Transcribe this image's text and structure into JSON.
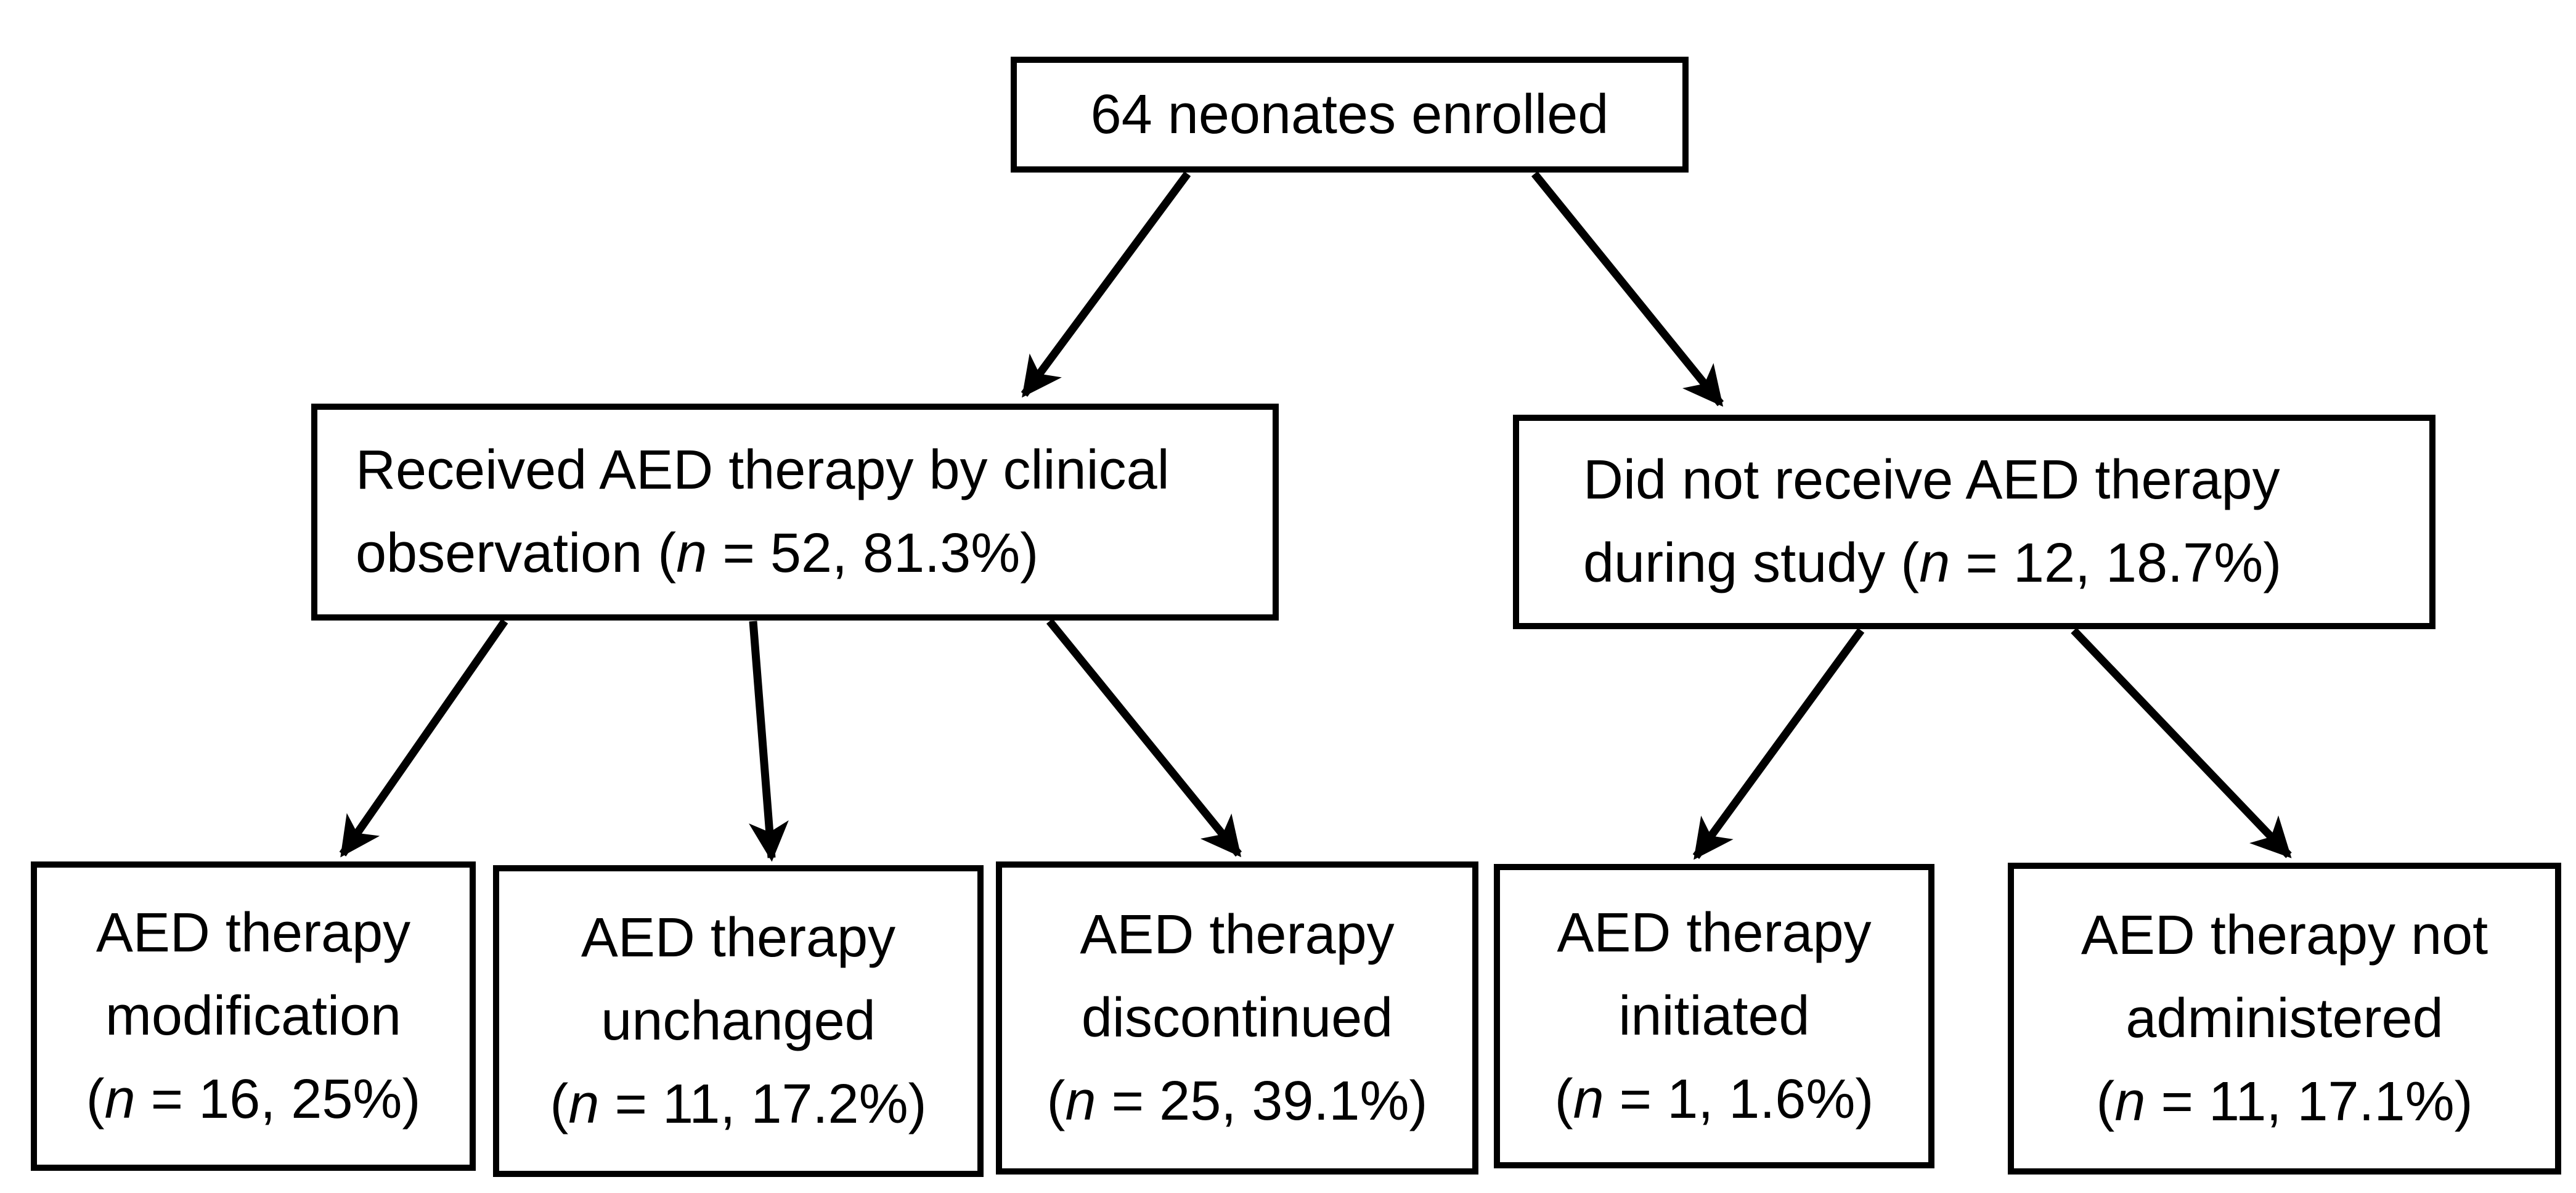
{
  "figure": {
    "background": "#ffffff",
    "line_color": "#000000",
    "text_color": "#000000"
  },
  "nodes": {
    "enrolled": {
      "line1": "64 neonates enrolled"
    },
    "received": {
      "line1": "Received AED therapy by clinical",
      "line2_pre": "observation (",
      "n_italic": "n",
      "line2_post": " = 52, 81.3%)"
    },
    "not_received": {
      "line1": "Did not receive AED therapy",
      "line2_pre": "during study (",
      "n_italic": "n",
      "line2_post": " = 12, 18.7%)"
    },
    "modification": {
      "line1": "AED therapy",
      "line2": "modification",
      "line3_pre": "(",
      "n_italic": "n",
      "line3_post": " = 16, 25%)"
    },
    "unchanged": {
      "line1": "AED therapy",
      "line2": "unchanged",
      "line3_pre": "(",
      "n_italic": "n",
      "line3_post": " = 11, 17.2%)"
    },
    "discontinued": {
      "line1": "AED therapy",
      "line2": "discontinued",
      "line3_pre": "(",
      "n_italic": "n",
      "line3_post": " = 25, 39.1%)"
    },
    "initiated": {
      "line1": "AED therapy",
      "line2": "initiated",
      "line3_pre": "(",
      "n_italic": "n",
      "line3_post": " = 1, 1.6%)"
    },
    "not_administered": {
      "line1": "AED therapy not",
      "line2": "administered",
      "line3_pre": "(",
      "n_italic": "n",
      "line3_post": " = 11, 17.1%)"
    }
  },
  "edges": [
    {
      "from": "enrolled",
      "to": "received"
    },
    {
      "from": "enrolled",
      "to": "not_received"
    },
    {
      "from": "received",
      "to": "modification"
    },
    {
      "from": "received",
      "to": "unchanged"
    },
    {
      "from": "received",
      "to": "discontinued"
    },
    {
      "from": "not_received",
      "to": "initiated"
    },
    {
      "from": "not_received",
      "to": "not_administered"
    }
  ]
}
